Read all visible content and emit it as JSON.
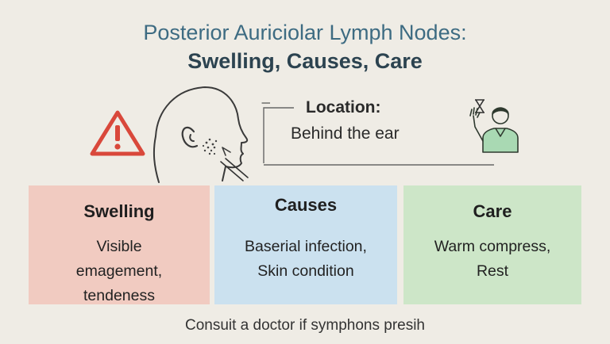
{
  "title": {
    "line1": "Posterior Auriciolar Lymph Nodes:",
    "line2": "Swelling, Causes, Care"
  },
  "location": {
    "label": "Location:",
    "value": "Behind the ear",
    "icon": "hourglass-icon"
  },
  "cards": [
    {
      "heading": "Swelling",
      "lines": [
        "Visible",
        "emagement,",
        "tendeness"
      ],
      "color": "#f1cbc1"
    },
    {
      "heading": "Causes",
      "lines": [
        "Baserial infection,",
        "Skin condition"
      ],
      "color": "#cbe1ef"
    },
    {
      "heading": "Care",
      "lines": [
        "Warm compress,",
        "Rest"
      ],
      "color": "#cde6c8"
    }
  ],
  "footer": "Consuit a doctor if symphons presih",
  "icons": [
    "warning-icon",
    "head-profile-icon",
    "person-waving-icon"
  ],
  "colors": {
    "accent": "#3d6b82",
    "title_dark": "#2c4350",
    "warning": "#d9483b"
  }
}
